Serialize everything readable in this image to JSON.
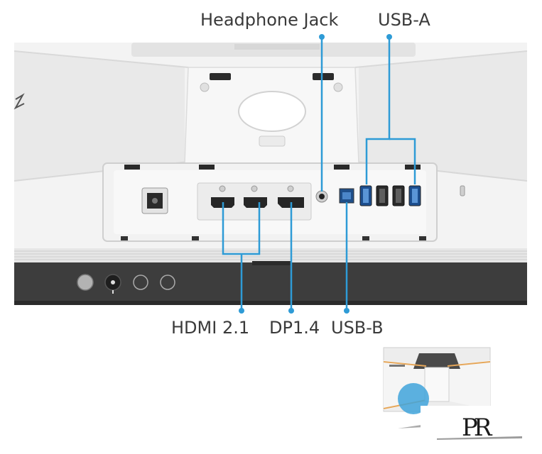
{
  "callouts": {
    "headphone": "Headphone Jack",
    "usb_a": "USB-A",
    "hdmi": "HDMI 2.1",
    "dp": "DP1.4",
    "usb_b": "USB-B"
  },
  "watermark": "PR",
  "colors": {
    "leader_line": "#2e9bd6",
    "shell": "#f4f4f4",
    "bezel": "#3d3d3d"
  }
}
